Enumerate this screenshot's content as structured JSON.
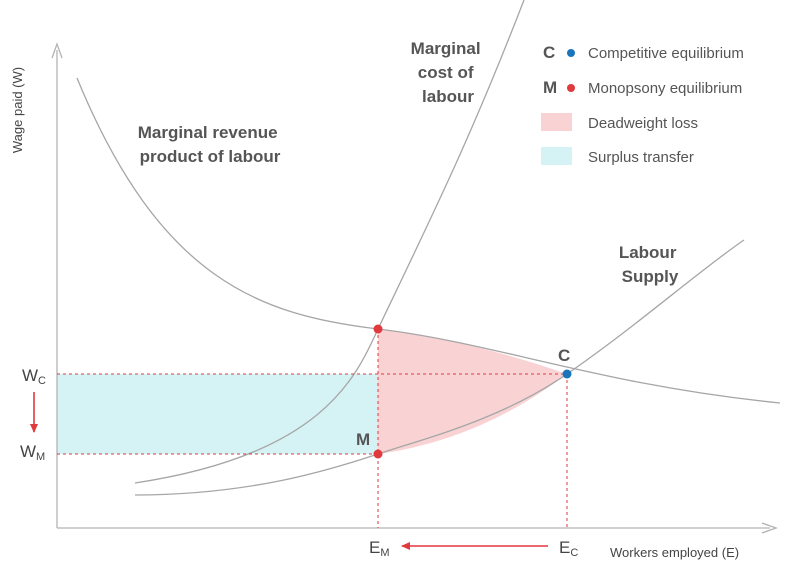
{
  "axes": {
    "y_title": "Wage paid (W)",
    "x_title": "Workers employed (E)"
  },
  "curves": {
    "mrp": [
      "Marginal revenue",
      "product of labour"
    ],
    "mcl": [
      "Marginal",
      "cost of",
      "labour"
    ],
    "supply": [
      "Labour",
      "Supply"
    ]
  },
  "points": {
    "competitive": {
      "letter": "C"
    },
    "monopsony": {
      "letter": "M"
    }
  },
  "ticks": {
    "wc": {
      "main": "W",
      "sub": "C"
    },
    "wm": {
      "main": "W",
      "sub": "M"
    },
    "em": {
      "main": "E",
      "sub": "M"
    },
    "ec": {
      "main": "E",
      "sub": "C"
    }
  },
  "legend": [
    {
      "marker": "C",
      "label": "Competitive equilibrium",
      "color": "#1b75bb"
    },
    {
      "marker": "M",
      "label": "Monopsony equilibrium",
      "color": "#e0393e"
    },
    {
      "label": "Deadweight loss",
      "color": "#f9d3d4"
    },
    {
      "label": "Surplus transfer",
      "color": "#d5f3f5"
    }
  ],
  "colors": {
    "competitive_point": "#1b75bb",
    "monopsony_point": "#e0393e",
    "deadweight_fill": "#f9d3d4",
    "surplus_fill": "#d5f3f5",
    "arrow": "#e0393e"
  }
}
